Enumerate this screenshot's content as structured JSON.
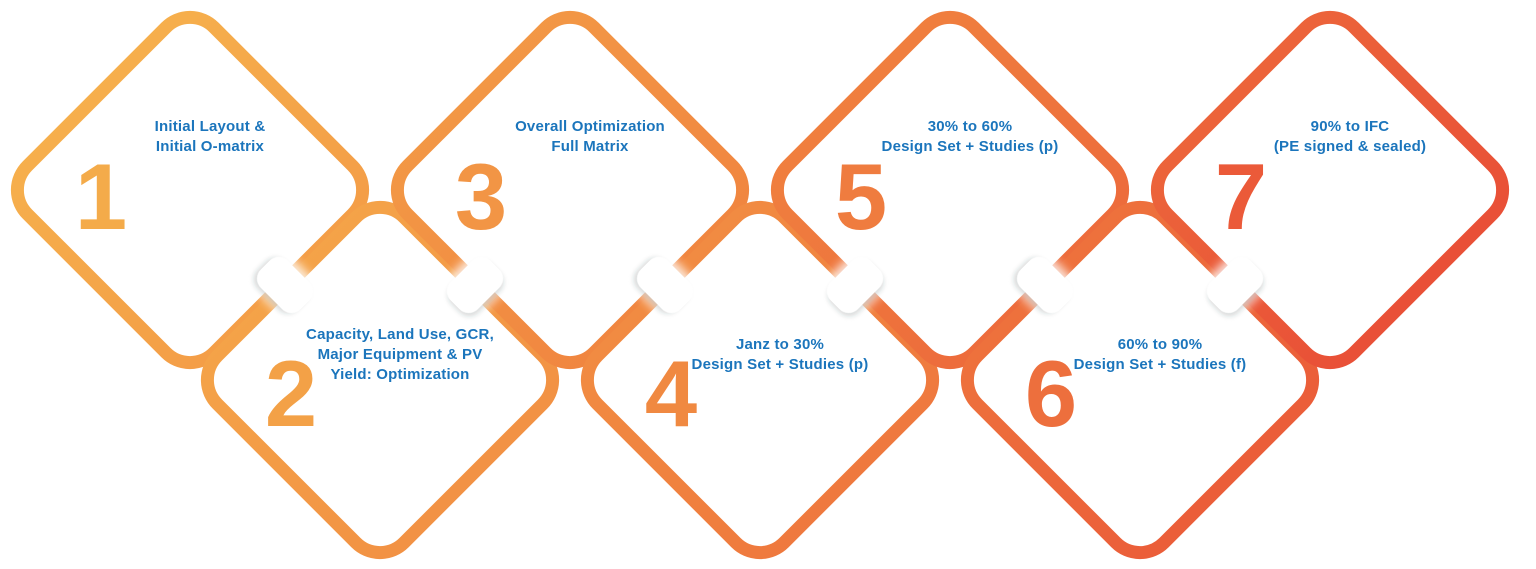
{
  "diagram": {
    "type": "process-chain",
    "step_count": 7,
    "palette": {
      "gradient_start": "#F6B24D",
      "gradient_mid": "#F0823F",
      "gradient_end": "#E84B36",
      "label_blue": "#1B75BC",
      "connector_white": "#FFFFFF"
    },
    "steps": [
      {
        "number": "1",
        "position": "top",
        "color": "#F4AB4A",
        "label": "Initial Layout &\nInitial O-matrix"
      },
      {
        "number": "2",
        "position": "bottom",
        "color": "#F3A147",
        "label": "Capacity, Land Use, GCR,\nMajor Equipment & PV\nYield: Optimization"
      },
      {
        "number": "3",
        "position": "top",
        "color": "#F29545",
        "label": "Overall Optimization\nFull Matrix"
      },
      {
        "number": "4",
        "position": "bottom",
        "color": "#F08941",
        "label": "Janz to 30%\nDesign Set + Studies (p)"
      },
      {
        "number": "5",
        "position": "top",
        "color": "#EF7C3F",
        "label": "30% to 60%\nDesign Set + Studies (p)"
      },
      {
        "number": "6",
        "position": "bottom",
        "color": "#ED6F3D",
        "label": "60% to 90%\nDesign Set + Studies (f)"
      },
      {
        "number": "7",
        "position": "top",
        "color": "#EB5A39",
        "label": "90% to IFC\n(PE signed & sealed)"
      }
    ]
  }
}
